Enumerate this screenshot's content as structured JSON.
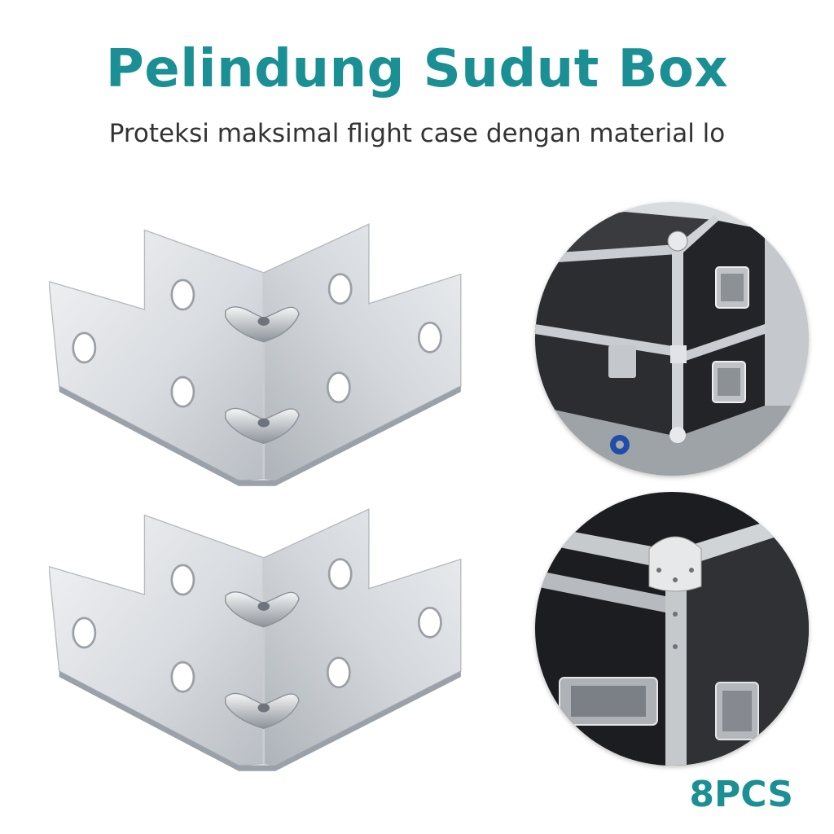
{
  "header": {
    "title": "Pelindung Sudut Box",
    "subtitle": "Proteksi maksimal flight case dengan material lo"
  },
  "badge": {
    "quantity": "8PCS"
  },
  "colors": {
    "accent": "#1a8f94",
    "metal_light": "#e6e8ea",
    "metal_dark": "#9aa0a6",
    "case_black": "#2a2b2e"
  },
  "illustrations": {
    "product": "metal-corner-bracket",
    "product_count_shown": 2,
    "photos": [
      "flight-case-corner-photo",
      "flight-case-closeup-photo"
    ]
  }
}
